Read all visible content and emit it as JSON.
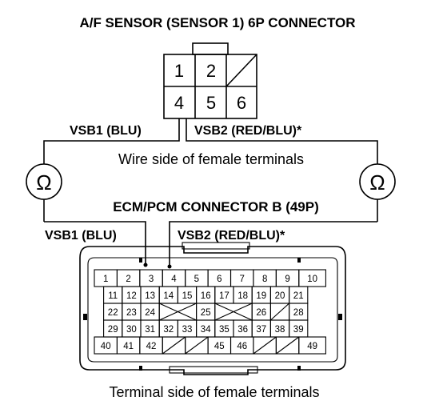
{
  "title": "A/F SENSOR (SENSOR 1) 6P CONNECTOR",
  "connector_a": {
    "pins": [
      "1",
      "2",
      "",
      "4",
      "5",
      "6"
    ]
  },
  "upper_wire_left": "VSB1 (BLU)",
  "upper_wire_right": "VSB2 (RED/BLU)*",
  "upper_caption": "Wire side of female terminals",
  "ecm_title": "ECM/PCM CONNECTOR B (49P)",
  "lower_wire_left": "VSB1 (BLU)",
  "lower_wire_right": "VSB2 (RED/BLU)*",
  "meter_symbol": "Ω",
  "bottom_caption": "Terminal side of female terminals",
  "connector_b": {
    "rows": [
      [
        "1",
        "2",
        "3",
        "4",
        "5",
        "6",
        "7",
        "8",
        "9",
        "10"
      ],
      [
        "11",
        "12",
        "13",
        "14",
        "15",
        "16",
        "17",
        "18",
        "19",
        "20",
        "21"
      ],
      [
        "22",
        "23",
        "24",
        "",
        "25",
        "",
        "26",
        "28"
      ],
      [
        "29",
        "30",
        "31",
        "32",
        "33",
        "34",
        "35",
        "36",
        "37",
        "38",
        "39"
      ],
      [
        "40",
        "41",
        "42",
        "",
        "",
        "45",
        "46",
        "",
        "",
        "49"
      ]
    ]
  }
}
